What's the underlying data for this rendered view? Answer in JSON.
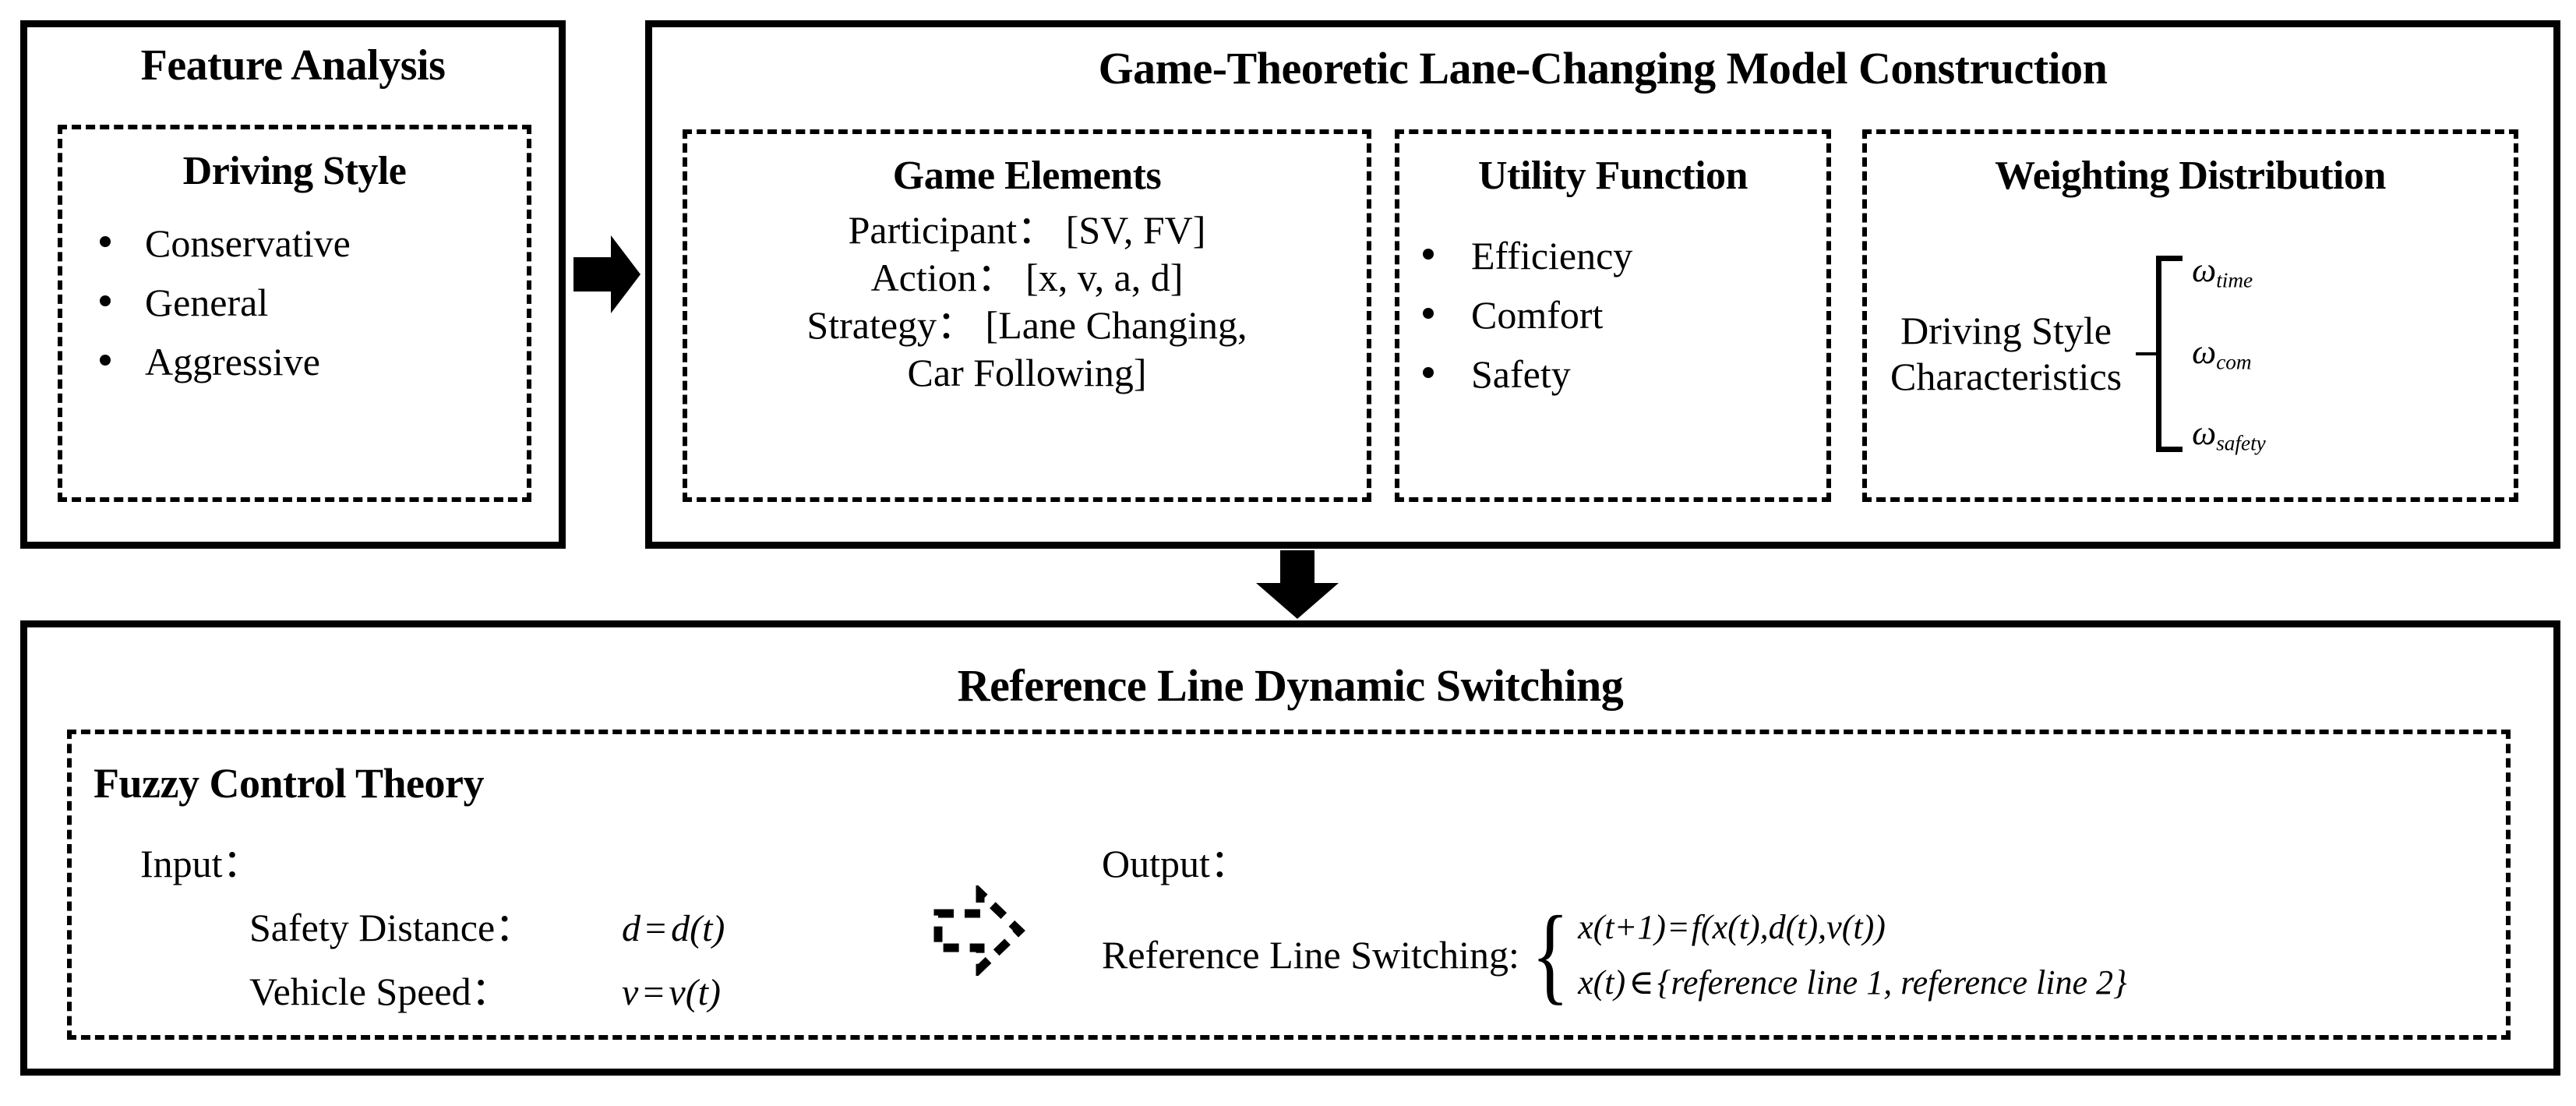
{
  "diagram": {
    "feature_analysis": {
      "title": "Feature Analysis",
      "driving_style": {
        "title": "Driving Style",
        "items": [
          "Conservative",
          "General",
          "Aggressive"
        ]
      }
    },
    "game_model": {
      "title": "Game-Theoretic Lane-Changing Model Construction",
      "game_elements": {
        "title": "Game Elements",
        "lines": [
          "Participant：[SV, FV]",
          "Action：[x, v, a, d]",
          "Strategy：[Lane Changing, Car Following]"
        ],
        "line1": "Participant：  [SV, FV]",
        "line2": "Action：  [x, v, a, d]",
        "line3a": "Strategy：  [Lane Changing,",
        "line3b": "Car Following]"
      },
      "utility_function": {
        "title": "Utility Function",
        "items": [
          "Efficiency",
          "Comfort",
          "Safety"
        ]
      },
      "weighting_distribution": {
        "title": "Weighting Distribution",
        "label_line1": "Driving Style",
        "label_line2": "Characteristics",
        "weights": [
          {
            "symbol": "ω",
            "subscript": "time"
          },
          {
            "symbol": "ω",
            "subscript": "com"
          },
          {
            "symbol": "ω",
            "subscript": "safety"
          }
        ]
      }
    },
    "reference_line": {
      "title": "Reference Line Dynamic Switching",
      "fuzzy_control": {
        "title": "Fuzzy Control Theory",
        "input": {
          "label": "Input：",
          "rows": [
            {
              "key": "Safety Distance：",
              "lhs": "d",
              "op": "=",
              "rhs": "d(t)"
            },
            {
              "key": "Vehicle Speed：",
              "lhs": "v",
              "op": "=",
              "rhs": "v(t)"
            }
          ],
          "row1_key": "Safety Distance：",
          "row1_lhs": "d",
          "row1_op": "=",
          "row1_rhs": "d(t)",
          "row2_key": "Vehicle Speed：",
          "row2_lhs": "v",
          "row2_op": "=",
          "row2_rhs": "v(t)"
        },
        "output": {
          "label": "Output：",
          "switch_label": "Reference Line Switching:",
          "equation_line1_lhs": "x(t+1)",
          "equation_line1_op": "=",
          "equation_line1_rhs": "f(x(t),d(t),v(t))",
          "equation_line2_lhs": "x(t)",
          "equation_line2_op": "∈",
          "equation_line2_rhs": "{reference line 1, reference line 2}"
        }
      }
    },
    "arrows": {
      "right_arrow": "solid-right-arrow",
      "down_arrow": "solid-down-arrow",
      "dashed_arrow": "dashed-right-arrow"
    },
    "colors": {
      "stroke": "#000000",
      "background": "#ffffff"
    }
  }
}
